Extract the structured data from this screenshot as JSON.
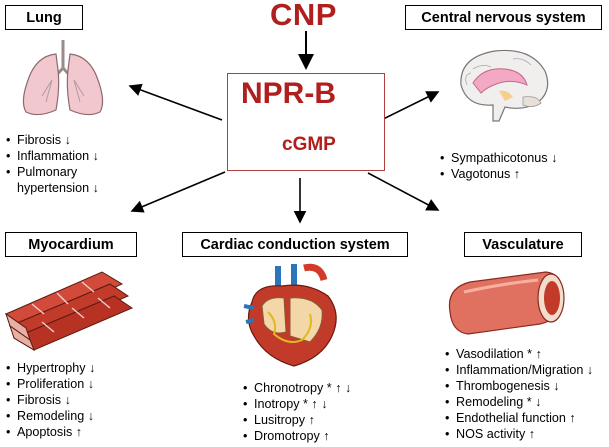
{
  "top": {
    "cnp": "CNP"
  },
  "center": {
    "receptor": "NPR-B",
    "messenger": "cGMP"
  },
  "organs": {
    "lung": {
      "label": "Lung",
      "effects": [
        {
          "text": "Fibrosis ↓"
        },
        {
          "text": "Inflammation ↓"
        },
        {
          "text": "Pulmonary",
          "cont": "hypertension ↓"
        }
      ]
    },
    "cns": {
      "label": "Central nervous system",
      "effects": [
        {
          "text": "Sympathicotonus ↓"
        },
        {
          "text": "Vagotonus ↑"
        }
      ]
    },
    "myocardium": {
      "label": "Myocardium",
      "effects": [
        {
          "text": "Hypertrophy ↓"
        },
        {
          "text": "Proliferation ↓"
        },
        {
          "text": "Fibrosis ↓"
        },
        {
          "text": "Remodeling ↓"
        },
        {
          "text": "Apoptosis ↑"
        }
      ]
    },
    "conduction": {
      "label": "Cardiac conduction system",
      "effects": [
        {
          "text": "Chronotropy * ↑ ↓"
        },
        {
          "text": "Inotropy * ↑ ↓"
        },
        {
          "text": "Lusitropy ↑"
        },
        {
          "text": "Dromotropy ↑"
        }
      ]
    },
    "vasculature": {
      "label": "Vasculature",
      "effects": [
        {
          "text": "Vasodilation * ↑"
        },
        {
          "text": "Inflammation/Migration ↓"
        },
        {
          "text": "Thrombogenesis ↓"
        },
        {
          "text": "Remodeling * ↓"
        },
        {
          "text": "Endothelial function ↑"
        },
        {
          "text": "NOS activity ↑"
        }
      ]
    }
  },
  "icons": [
    "lung-icon",
    "brain-icon",
    "heart-muscle-icon",
    "heart-icon",
    "blood-vessel-icon"
  ],
  "colors": {
    "accent": "#b01e1e",
    "box_border": "#000000"
  }
}
